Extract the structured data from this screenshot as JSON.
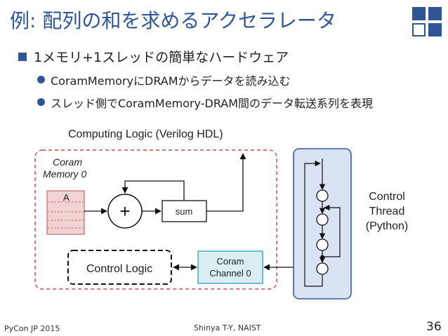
{
  "slide": {
    "title": "例: 配列の和を求めるアクセラレータ",
    "bullets": {
      "main": "1メモリ+1スレッドの簡単なハードウェア",
      "sub": [
        "CoramMemoryにDRAMからデータを読み込む",
        "スレッド側でCoramMemory-DRAM間のデータ転送系列を表現"
      ]
    },
    "footer": {
      "left": "PyCon JP 2015",
      "center": "Shinya T-Y, NAIST",
      "page": "36"
    }
  },
  "diagram": {
    "computing_logic_label": "Computing Logic (Verilog HDL)",
    "memory_label_line1": "Coram",
    "memory_label_line2": "Memory 0",
    "memory_block_label": "A",
    "adder_symbol": "+",
    "register_label": "sum",
    "control_logic_label": "Control Logic",
    "channel_label_line1": "Coram",
    "channel_label_line2": "Channel 0",
    "thread_label_line1": "Control",
    "thread_label_line2": "Thread",
    "thread_label_line3": "(Python)"
  },
  "colors": {
    "title": "#2f5597",
    "bullet": "#2f5597",
    "corner_fill": "#2f5597",
    "memory_fill": "#f2d3d3",
    "memory_stroke": "#c0504d",
    "dashed_region": "#c0504d",
    "channel_fill": "#dbeef3",
    "channel_stroke": "#4bacc6",
    "thread_fill": "#dae3f3",
    "thread_stroke": "#2f5597"
  }
}
